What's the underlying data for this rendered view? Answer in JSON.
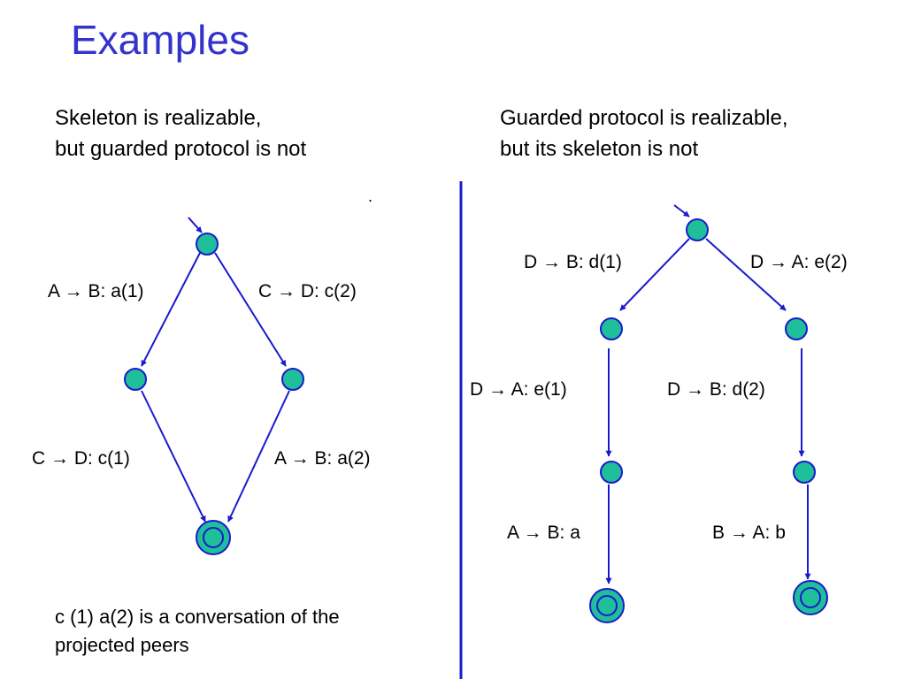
{
  "slide": {
    "title": "Examples",
    "accent_color": "#3333cc",
    "edge_color": "#1a1acc",
    "node_fill": "#1fbf99",
    "left_caption": {
      "line1": "Skeleton is realizable,",
      "line2": "but guarded protocol is not"
    },
    "right_caption": {
      "line1": "Guarded protocol is realizable,",
      "line2": "but its skeleton is not"
    },
    "stray_mark": ".",
    "note": {
      "line1": "c (1) a(2) is a conversation of the",
      "line2": "projected peers"
    }
  },
  "left_diagram": {
    "edges": [
      {
        "label": "A → B: a(1)"
      },
      {
        "label": "C → D: c(2)"
      },
      {
        "label": "C → D: c(1)"
      },
      {
        "label": "A → B: a(2)"
      }
    ]
  },
  "right_diagram": {
    "edges": [
      {
        "label": "D → B: d(1)"
      },
      {
        "label": "D → A: e(2)"
      },
      {
        "label": "D → A: e(1)"
      },
      {
        "label": "D → B: d(2)"
      },
      {
        "label": "A → B: a"
      },
      {
        "label": "B → A: b"
      }
    ]
  }
}
